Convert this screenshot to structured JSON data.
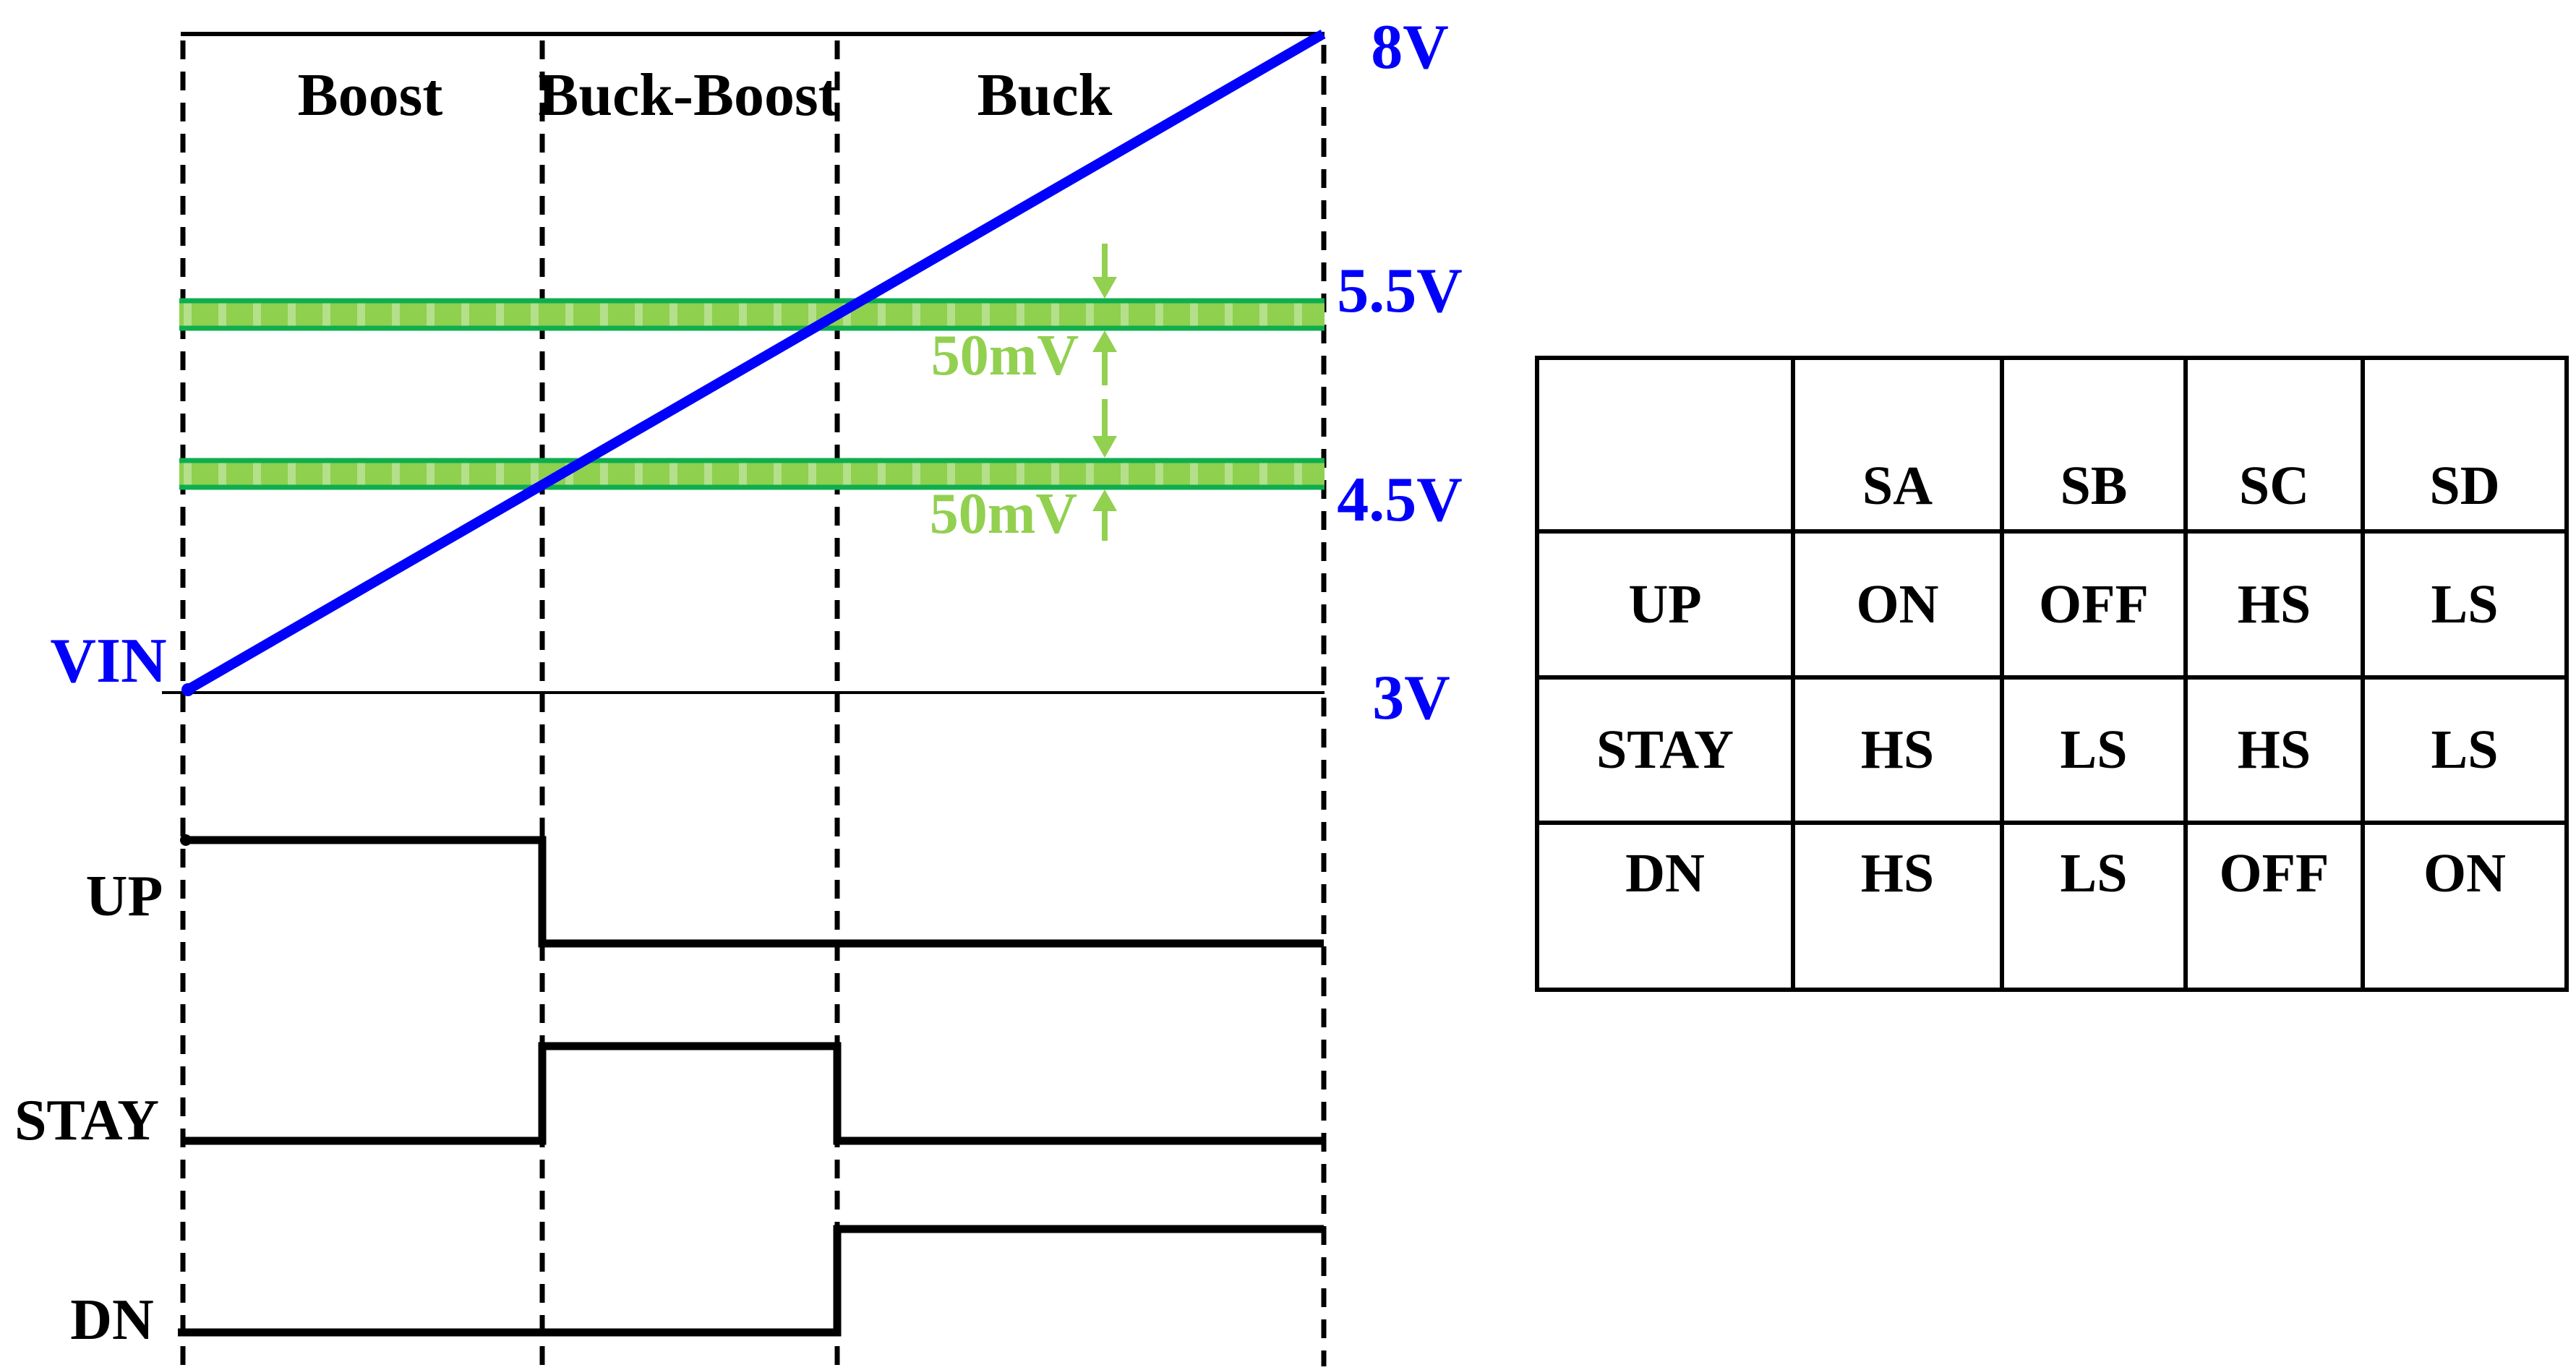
{
  "figure": {
    "regions": [
      {
        "label": "Boost"
      },
      {
        "label": "Buck-Boost"
      },
      {
        "label": "Buck"
      }
    ],
    "vin_trace_label": "VIN",
    "voltage_labels": {
      "top": "8V",
      "upper_threshold": "5.5V",
      "lower_threshold": "4.5V",
      "bottom": "3V"
    },
    "hysteresis": {
      "upper_label": "50mV",
      "lower_label": "50mV"
    },
    "signal_labels": [
      {
        "label": "UP"
      },
      {
        "label": "STAY"
      },
      {
        "label": "DN"
      }
    ],
    "colors": {
      "vin_blue": "#0000FB",
      "band_fill": "#8FD04F",
      "band_stripe": "#B4DF8B",
      "band_border": "#0EAE4E",
      "annotation_green": "#92D050",
      "line_black": "#000000"
    }
  },
  "table": {
    "corner": "",
    "col_headers": [
      "SA",
      "SB",
      "SC",
      "SD"
    ],
    "rows": [
      {
        "label": "UP",
        "cells": [
          "ON",
          "OFF",
          "HS",
          "LS"
        ]
      },
      {
        "label": "STAY",
        "cells": [
          "HS",
          "LS",
          "HS",
          "LS"
        ]
      },
      {
        "label": "DN",
        "cells": [
          "HS",
          "LS",
          "OFF",
          "ON"
        ]
      }
    ]
  }
}
